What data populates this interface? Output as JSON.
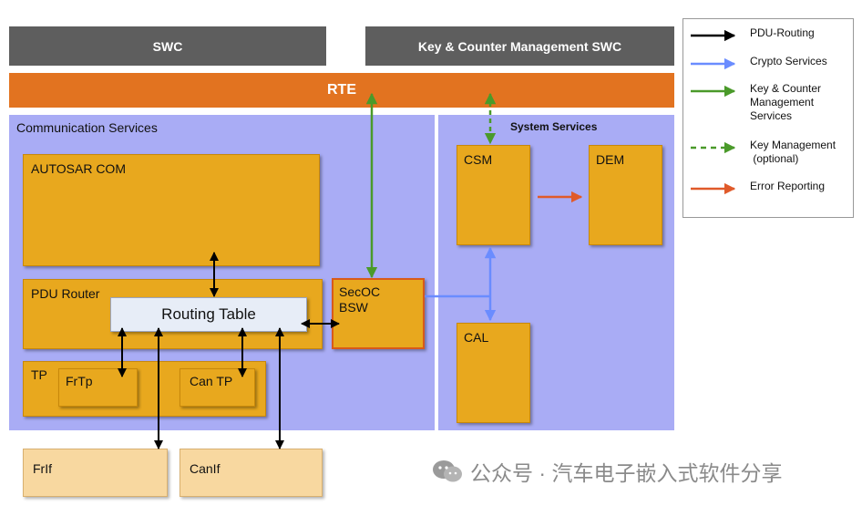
{
  "top": {
    "swc": "SWC",
    "key_swc": "Key & Counter Management SWC",
    "rte": "RTE"
  },
  "comm": {
    "title": "Communication Services",
    "autosar_com": "AUTOSAR COM",
    "pdu_router": "PDU Router",
    "routing_table": "Routing Table",
    "tp": "TP",
    "frtp": "FrTp",
    "cantp": "Can TP",
    "frif": "FrIf",
    "canif": "CanIf"
  },
  "secoc": {
    "line1": "SecOC",
    "line2": "BSW"
  },
  "system": {
    "title": "System Services",
    "csm": "CSM",
    "dem": "DEM",
    "cal": "CAL"
  },
  "legend": {
    "pdu_routing": "PDU-Routing",
    "crypto": "Crypto Services",
    "keycounter_1": "Key & Counter",
    "keycounter_2": "Management",
    "keycounter_3": "Services",
    "keymgmt_1": "Key Management",
    "keymgmt_2": " (optional)",
    "error": "Error Reporting"
  },
  "watermark": "公众号 · 汽车电子嵌入式软件分享",
  "colors": {
    "pdu_routing": "#000000",
    "crypto": "#6a8cff",
    "key_counter": "#4a9a2a",
    "key_mgmt": "#4a9a2a",
    "error": "#e05a2a"
  }
}
